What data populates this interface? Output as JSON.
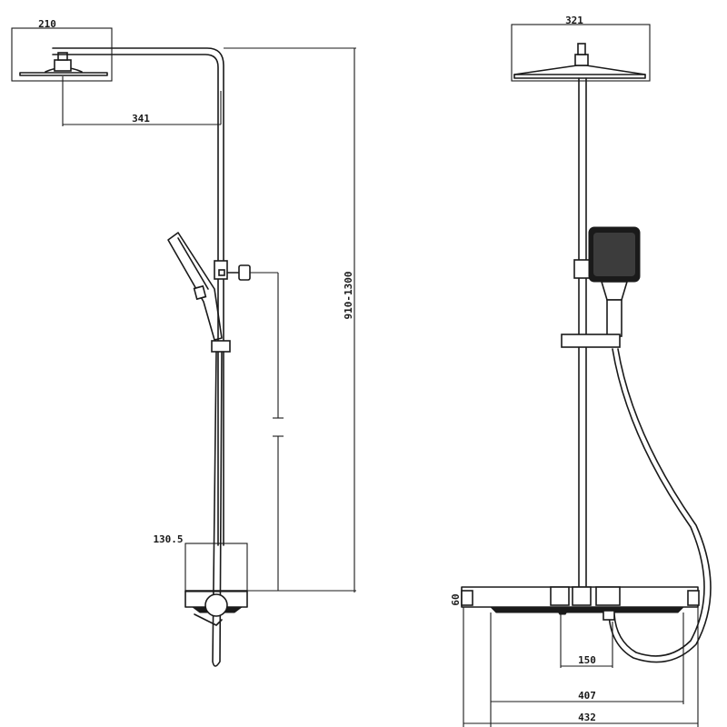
{
  "drawing": {
    "colors": {
      "line": "#1a1a1a",
      "background": "#ffffff"
    },
    "side_view": {
      "dimensions": {
        "head_width": "210",
        "arm_reach": "341",
        "height_range": "910-1300",
        "mixer_depth": "130.5"
      }
    },
    "front_view": {
      "dimensions": {
        "head_width": "321",
        "mixer_height": "60",
        "inlet_spacing": "150",
        "bar_length": "407",
        "overall_width": "432"
      }
    }
  }
}
